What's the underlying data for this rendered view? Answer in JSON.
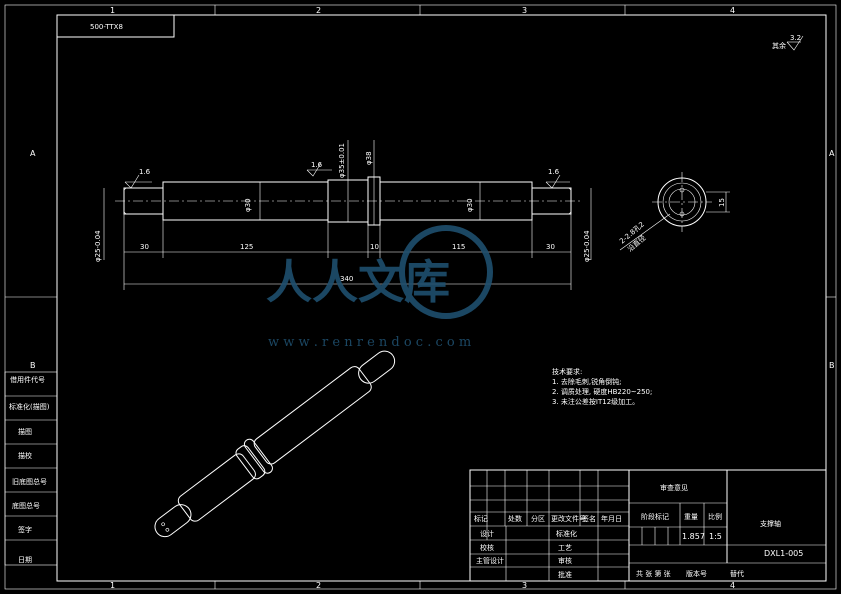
{
  "drawing": {
    "code_box": "500-TTX8",
    "roughness_rest": "其余",
    "roughness_rest_value": "3.2",
    "zone_cols": [
      "1",
      "2",
      "3",
      "4"
    ],
    "zone_rows": [
      "A",
      "B"
    ]
  },
  "dimensions": {
    "seg1": "30",
    "seg2": "125",
    "seg3": "10",
    "seg4": "115",
    "seg5": "30",
    "total": "340",
    "d_left": "φ25-0.04",
    "d_right": "φ25-0.04",
    "d_mid1": "φ30",
    "d_mid2": "φ30",
    "d_shoulder": "φ35±0.01",
    "d_collar": "φ38",
    "rough1": "1.6",
    "rough2": "1.6",
    "rough3": "1.6",
    "section_width": "15",
    "section_note": "2-2.8孔2",
    "section_note2": "沿直径"
  },
  "tech_notes": {
    "title": "技术要求:",
    "items": [
      "1. 去除毛刺,锐角倒钝;",
      "2. 调质处理, 硬度HB220~250;",
      "3. 未注公差按IT12级加工。"
    ]
  },
  "left_column": [
    "借用件代号",
    "标准化(描图)",
    "描图",
    "描校",
    "旧底图总号",
    "底图总号",
    "签字",
    "日期"
  ],
  "title_block": {
    "top_label": "审查意见",
    "part_name": "支撑轴",
    "drawing_no": "DXL1-005",
    "weight": "1.857",
    "scale": "1:5",
    "hdr_stage": "阶段标记",
    "hdr_weight": "重量",
    "hdr_scale": "比例",
    "row_labels": [
      "标记",
      "处数",
      "分区",
      "更改文件号",
      "签名",
      "年月日"
    ],
    "role_design": "设计",
    "role_std": "标准化",
    "role_check": "校核",
    "role_process": "工艺",
    "role_main": "主管设计",
    "role_review": "审核",
    "role_approve": "批准",
    "sheets": "共 张  第 张",
    "version": "版本号",
    "replace": "替代"
  },
  "watermark": {
    "text": "人人文库",
    "url": "w w w . r e n r e n d o c . c o m"
  }
}
